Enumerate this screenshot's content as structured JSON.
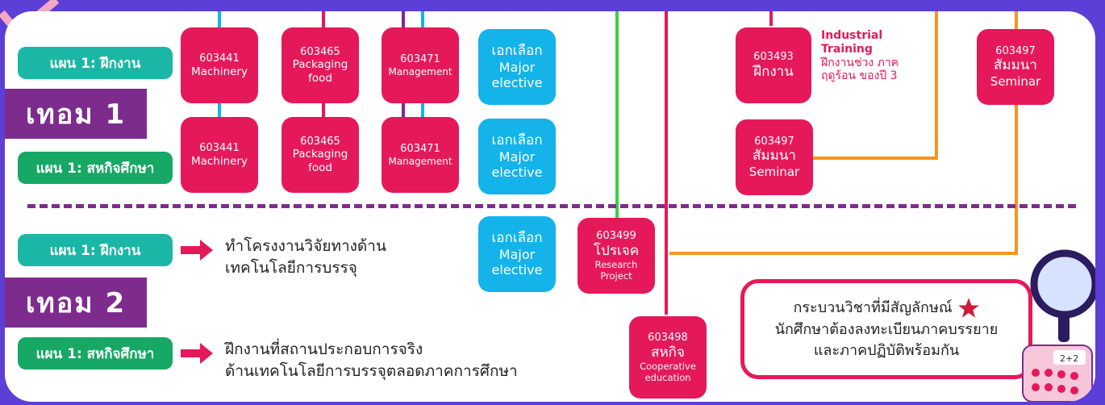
{
  "term1": {
    "label": "เทอม 1",
    "plan_internship": "แผน 1: ฝึกงาน",
    "plan_coop": "แผน 1: สหกิจศึกษา",
    "courses_row1": [
      {
        "code": "603441",
        "name": "Machinery"
      },
      {
        "code": "603465",
        "name": "Packaging food"
      },
      {
        "code": "603471",
        "name": "Management"
      }
    ],
    "courses_row2": [
      {
        "code": "603441",
        "name": "Machinery"
      },
      {
        "code": "603465",
        "name": "Packaging food"
      },
      {
        "code": "603471",
        "name": "Management"
      }
    ],
    "elective_th": "เอกเลือก",
    "elective_en": "Major elective",
    "internship": {
      "code": "603493",
      "th": "ฝึกงาน"
    },
    "seminar_row2": {
      "code": "603497",
      "th": "สัมมนา",
      "en": "Seminar"
    },
    "seminar_top": {
      "code": "603497",
      "th": "สัมมนา",
      "en": "Seminar"
    },
    "note_title": "Industrial Training",
    "note_body": "ฝึกงานช่วง ภาคฤดูร้อน ของปี 3"
  },
  "term2": {
    "label": "เทอม 2",
    "plan_internship": "แผน 1: ฝึกงาน",
    "plan_coop": "แผน 1: สหกิจศึกษา",
    "desc_internship": [
      "ทำโครงงานวิจัยทางด้าน",
      "เทคโนโลยีการบรรจุ"
    ],
    "desc_coop": [
      "ฝึกงานที่สถานประกอบการจริง",
      "ด้านเทคโนโลยีการบรรจุตลอดภาคการศึกษา"
    ],
    "elective_th": "เอกเลือก",
    "elective_en": "Major elective",
    "project": {
      "code": "603499",
      "th": "โปรเจค",
      "en": "Research Project"
    },
    "coop": {
      "code": "603498",
      "th": "สหกิจ",
      "en": "Cooperative education"
    }
  },
  "legend": {
    "line1": "กระบวนวิชาที่มีสัญลักษณ์",
    "line2": "นักศึกษาต้องลงทะเบียนภาคบรรยาย",
    "line3": "และภาคปฏิบัติพร้อมกัน"
  },
  "icons": [
    "star-icon",
    "magnifier-icon",
    "calculator-icon",
    "arrow-right-icon",
    "checkmark-icon"
  ],
  "colors": {
    "course": "#e5195a",
    "elective": "#14b3ea",
    "term": "#7e2b8e",
    "plan_internship": "#1bb7a6",
    "plan_coop": "#17a865",
    "background": "#5b3fd6"
  }
}
